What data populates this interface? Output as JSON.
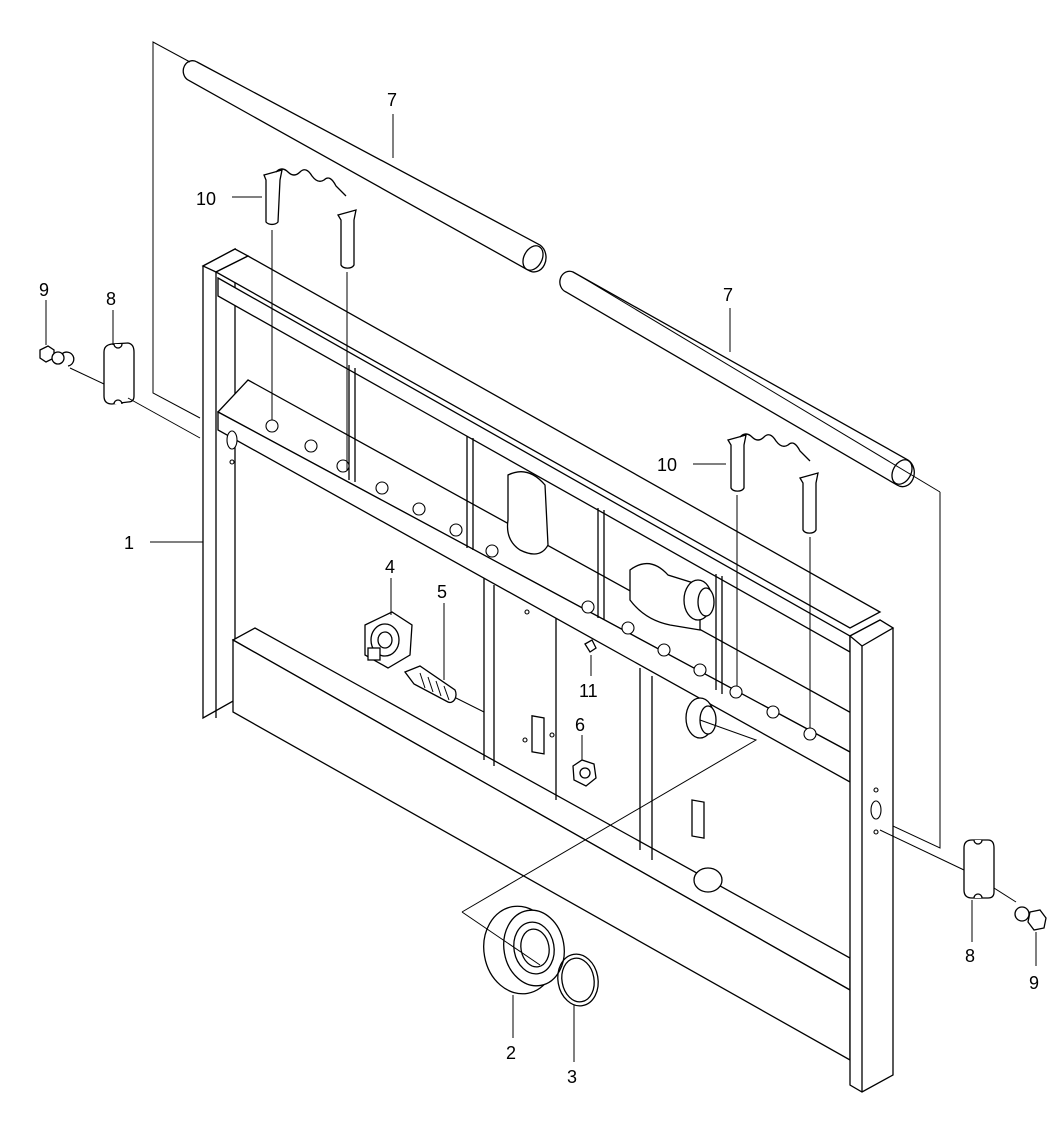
{
  "diagram": {
    "callouts": [
      {
        "id": "c1",
        "text": "1"
      },
      {
        "id": "c2",
        "text": "2"
      },
      {
        "id": "c3",
        "text": "3"
      },
      {
        "id": "c4",
        "text": "4"
      },
      {
        "id": "c5",
        "text": "5"
      },
      {
        "id": "c6",
        "text": "6"
      },
      {
        "id": "c7a",
        "text": "7"
      },
      {
        "id": "c7b",
        "text": "7"
      },
      {
        "id": "c8a",
        "text": "8"
      },
      {
        "id": "c8b",
        "text": "8"
      },
      {
        "id": "c9a",
        "text": "9"
      },
      {
        "id": "c9b",
        "text": "9"
      },
      {
        "id": "c10a",
        "text": "10"
      },
      {
        "id": "c10b",
        "text": "10"
      },
      {
        "id": "c11",
        "text": "11"
      }
    ]
  }
}
